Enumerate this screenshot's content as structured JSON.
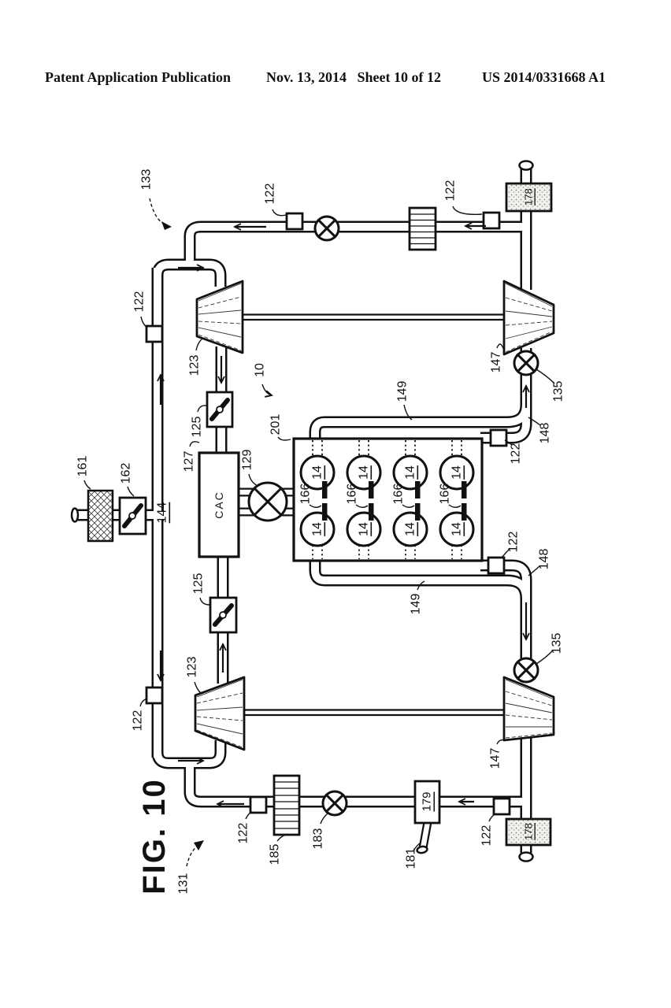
{
  "colors": {
    "ink": "#111111",
    "paper": "#ffffff"
  },
  "header": {
    "left": "Patent Application Publication",
    "center": "Nov. 13, 2014   Sheet 10 of 12",
    "right": "US 2014/0331668 A1"
  },
  "figure": {
    "caption": "FIG. 10"
  },
  "components": {
    "cac": "CAC"
  },
  "refs": {
    "r10": "10",
    "r14": "14",
    "r122": "122",
    "r123": "123",
    "r125": "125",
    "r127": "127",
    "r129": "129",
    "r131": "131",
    "r133": "133",
    "r135": "135",
    "r144": "144",
    "r147": "147",
    "r148": "148",
    "r149": "149",
    "r161": "161",
    "r162": "162",
    "r166": "166",
    "r178": "178",
    "r179": "179",
    "r181": "181",
    "r183": "183",
    "r185": "185",
    "r201": "201"
  }
}
